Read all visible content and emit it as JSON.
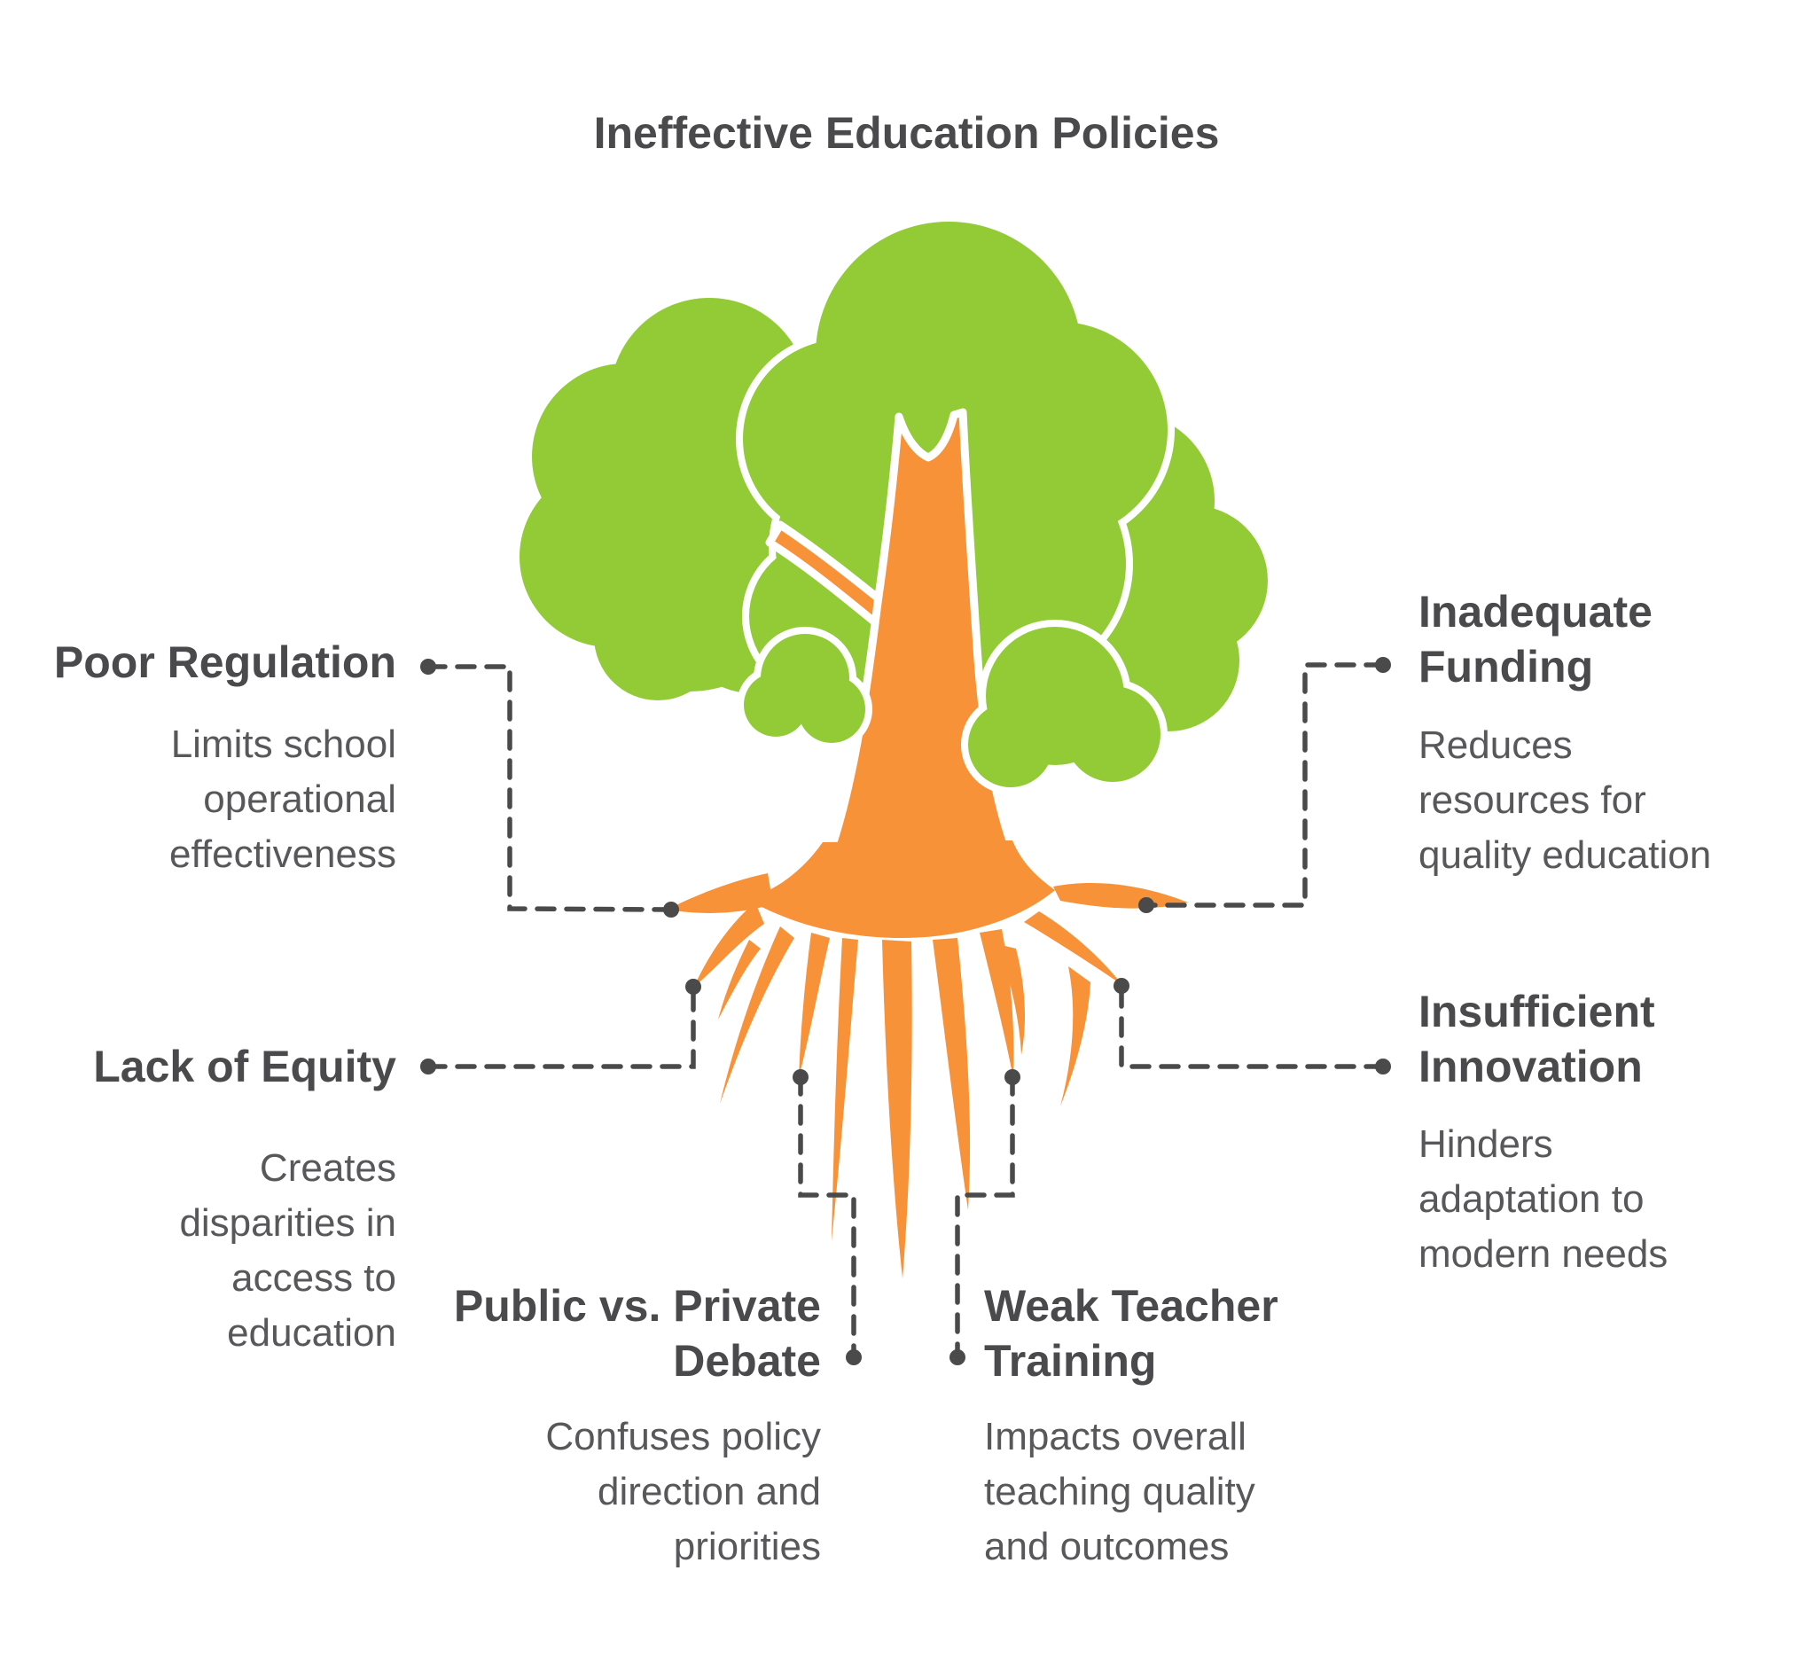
{
  "title": "Ineffective Education Policies",
  "colors": {
    "canopy_green": "#93cb37",
    "trunk_orange": "#f79238",
    "heading_text": "#4a4a4c",
    "body_text": "#58585b",
    "connector": "#4a4a4a",
    "background": "#ffffff"
  },
  "tree": {
    "icon": "tree-with-roots-icon"
  },
  "items": [
    {
      "id": "poor-regulation",
      "position": "left-top",
      "heading": "Poor Regulation",
      "body": "Limits school\noperational\neffectiveness"
    },
    {
      "id": "lack-of-equity",
      "position": "left-middle",
      "heading": "Lack of Equity",
      "body": "Creates\ndisparities in\naccess to\neducation"
    },
    {
      "id": "public-vs-private-debate",
      "position": "bottom-left",
      "heading": "Public vs. Private\nDebate",
      "body": "Confuses policy\ndirection and\npriorities"
    },
    {
      "id": "weak-teacher-training",
      "position": "bottom-right",
      "heading": "Weak Teacher\nTraining",
      "body": "Impacts overall\nteaching quality\nand outcomes"
    },
    {
      "id": "inadequate-funding",
      "position": "right-top",
      "heading": "Inadequate\nFunding",
      "body": "Reduces\nresources for\nquality education"
    },
    {
      "id": "insufficient-innovation",
      "position": "right-middle",
      "heading": "Insufficient\nInnovation",
      "body": "Hinders\nadaptation to\nmodern needs"
    }
  ]
}
